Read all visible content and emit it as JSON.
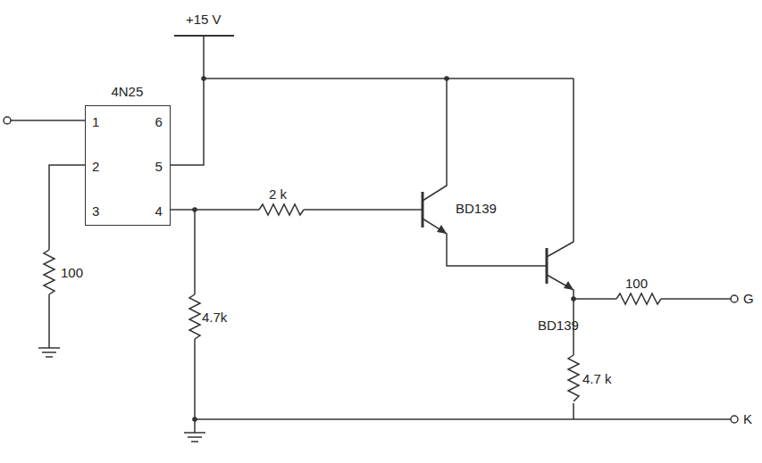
{
  "diagram": {
    "nodes": [
      {
        "text": [
          "4N25",
          "1",
          "6",
          "2",
          "5",
          "3",
          "4"
        ]
      }
    ],
    "labels": [
      "+15 V",
      "2 k",
      "BD139",
      "BD139",
      "100",
      "100",
      "4.7k",
      "4.7 k",
      "G",
      "K"
    ]
  }
}
